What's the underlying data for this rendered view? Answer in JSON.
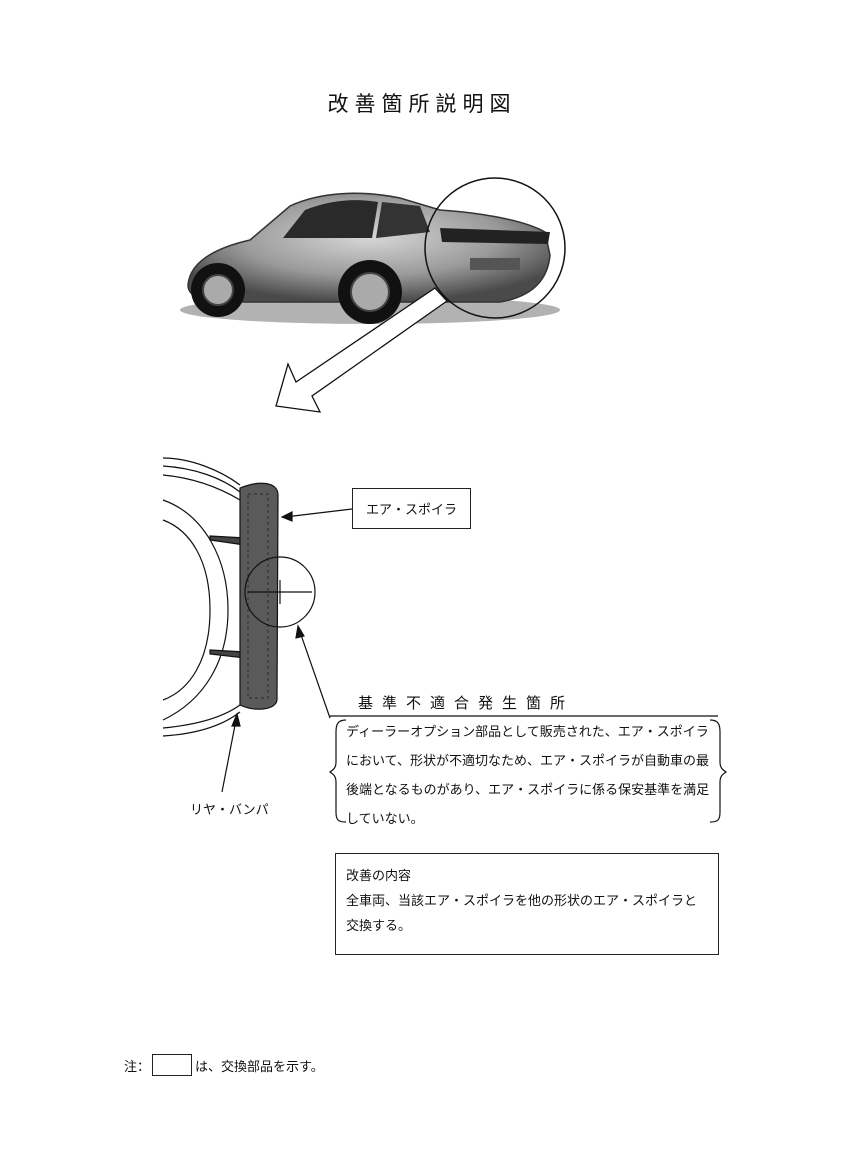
{
  "title": "改善箇所説明図",
  "labels": {
    "spoiler": "エア・スポイラ",
    "rear_bumper": "リヤ・バンパ"
  },
  "nonconformity": {
    "heading": "基準不適合発生箇所",
    "text": "ディーラーオプション部品として販売された、エア・スポイラにおいて、形状が不適切なため、エア・スポイラが自動車の最後端となるものがあり、エア・スポイラに係る保安基準を満足していない。"
  },
  "improvement": {
    "heading": "改善の内容",
    "text": "全車両、当該エア・スポイラを他の形状のエア・スポイラと交換する。"
  },
  "note": {
    "prefix": "注：",
    "suffix": "は、交換部品を示す。"
  }
}
